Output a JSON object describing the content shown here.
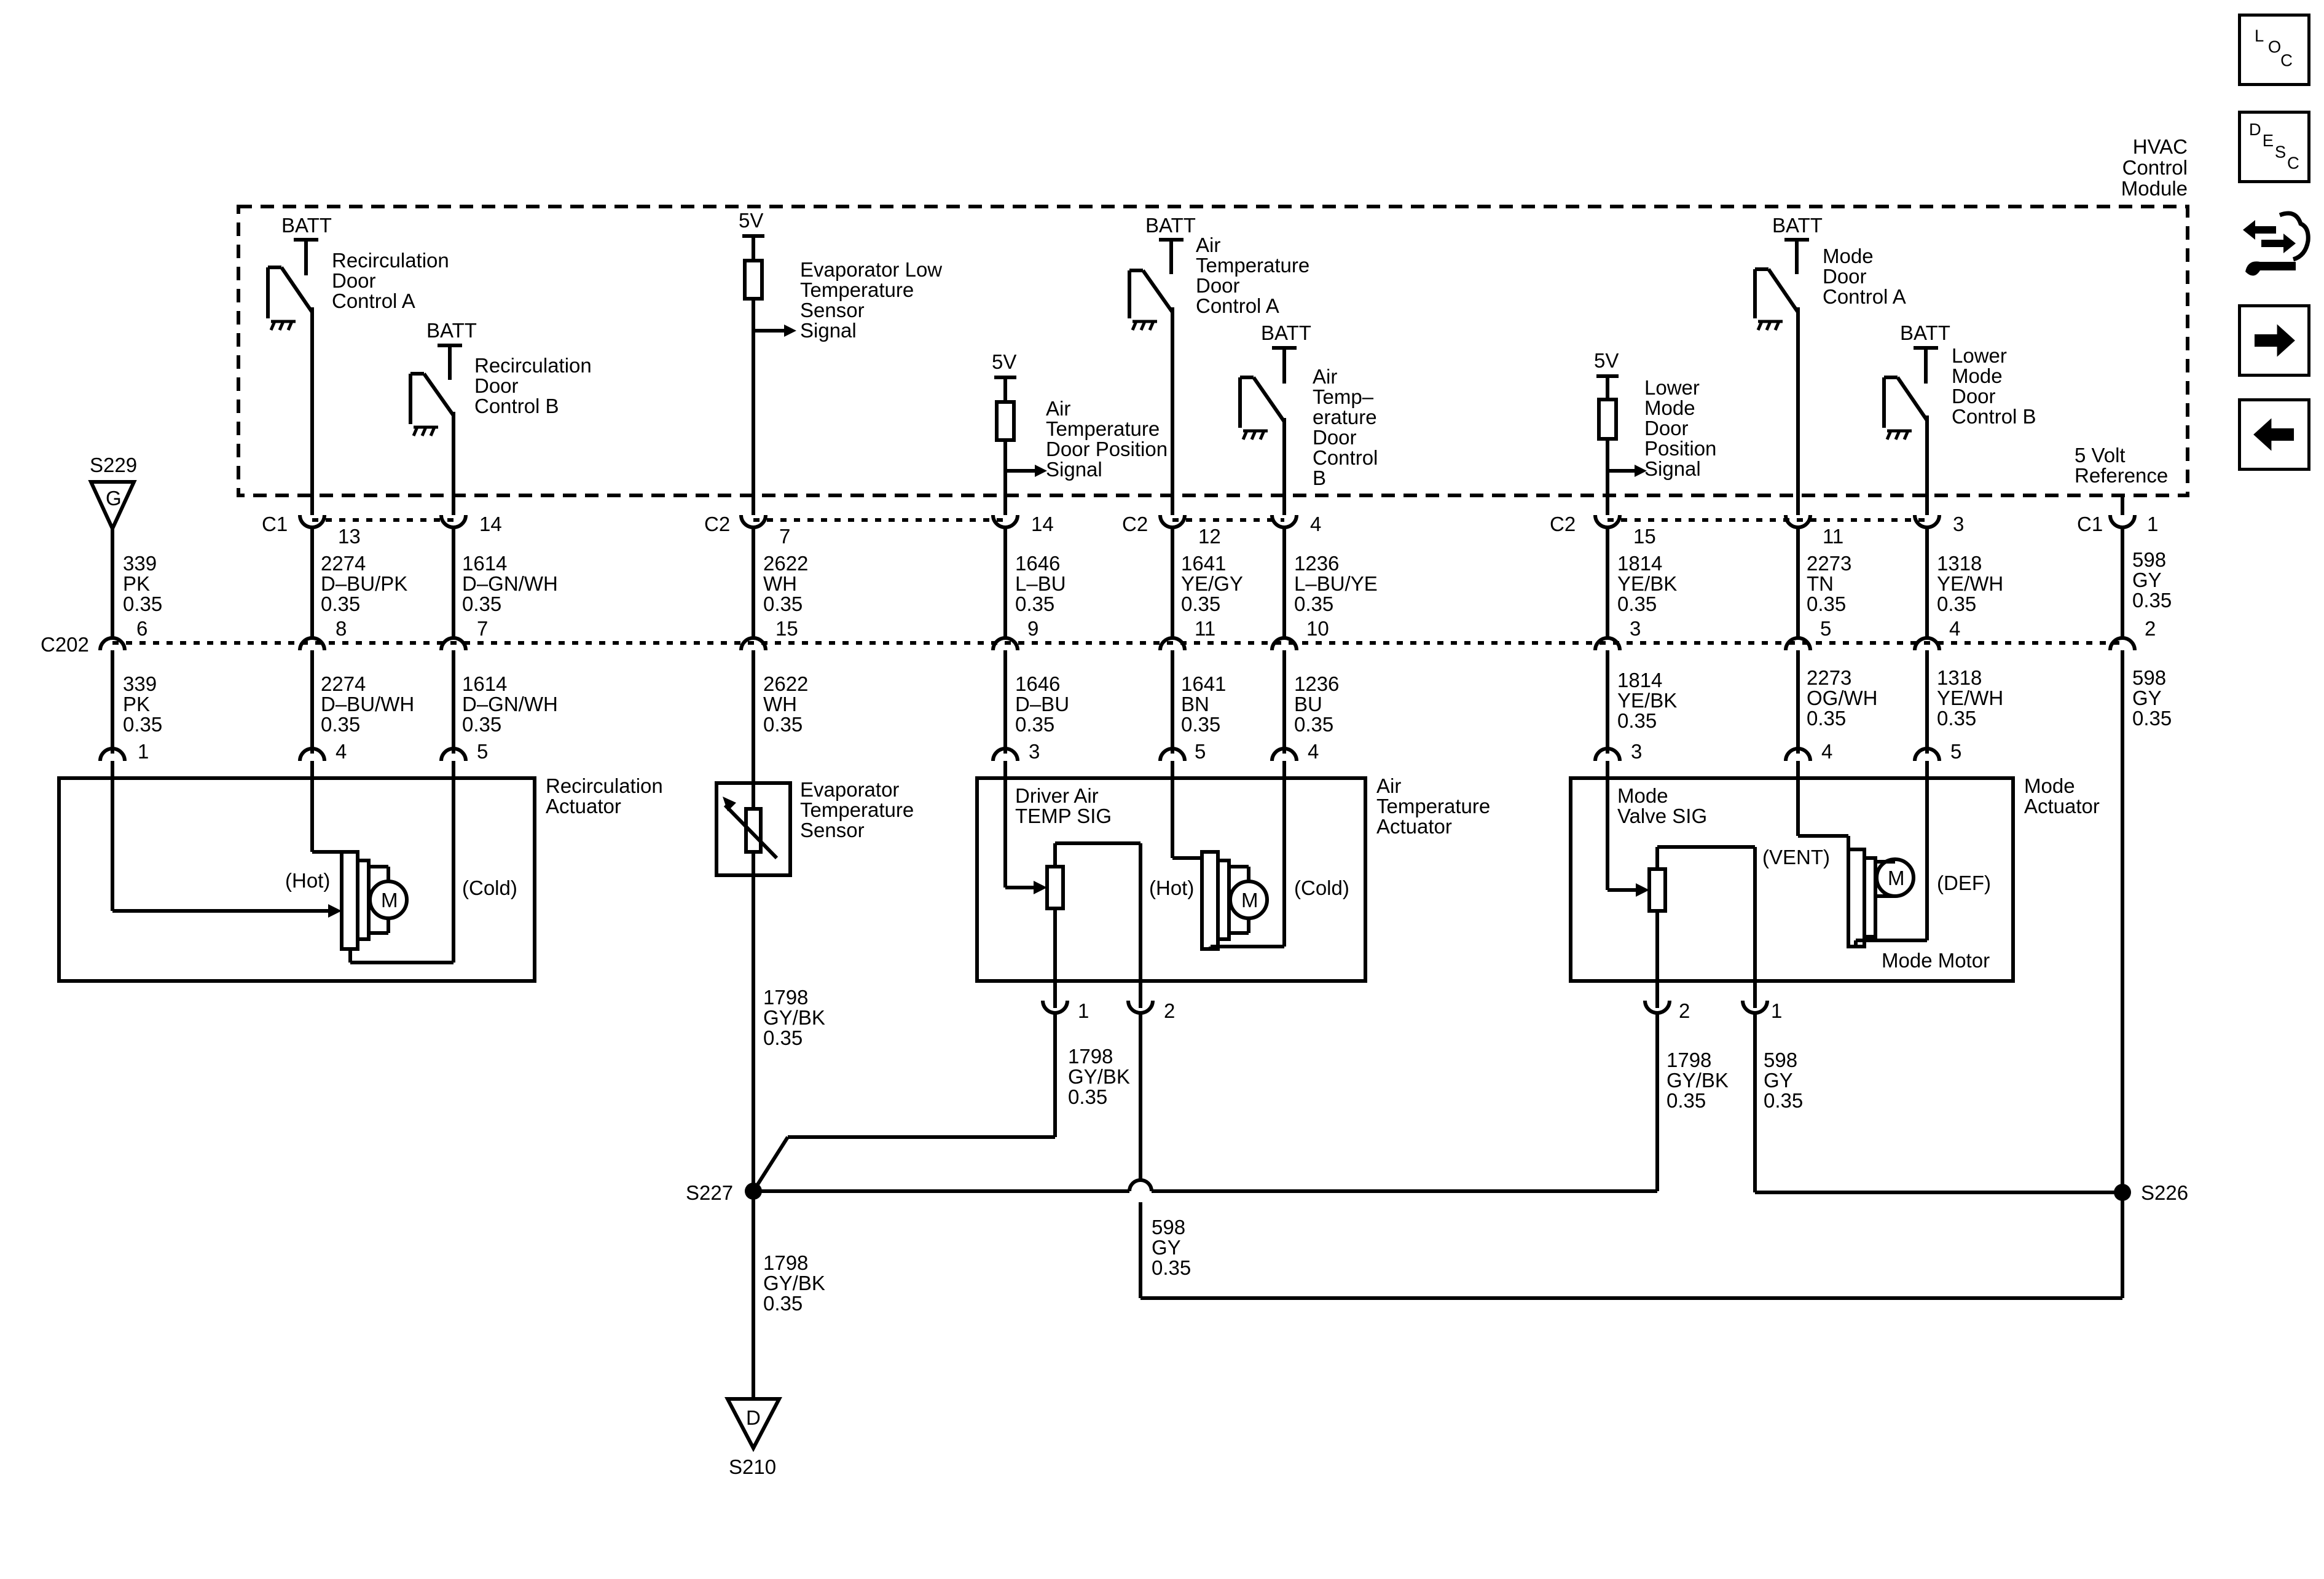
{
  "nav": {
    "loc": [
      "L",
      "O",
      "C"
    ],
    "desc": [
      "D",
      "E",
      "S",
      "C"
    ]
  },
  "module": {
    "title": [
      "HVAC",
      "Control",
      "Module"
    ]
  },
  "ref": {
    "five_volt": [
      "5 Volt",
      "Reference"
    ]
  },
  "labels": {
    "batt": "BATT",
    "five_v": "5V",
    "recirc_a": [
      "Recirculation",
      "Door",
      "Control A"
    ],
    "recirc_b": [
      "Recirculation",
      "Door",
      "Control B"
    ],
    "evap_low": [
      "Evaporator Low",
      "Temperature",
      "Sensor",
      "Signal"
    ],
    "air_temp_pos": [
      "Air",
      "Temperature",
      "Door Position",
      "Signal"
    ],
    "air_a": [
      "Air",
      "Temperature",
      "Door",
      "Control A"
    ],
    "air_b": [
      "Air",
      "Temp–",
      "erature",
      "Door",
      "Control",
      "B"
    ],
    "lower_mode_pos": [
      "Lower",
      "Mode",
      "Door",
      "Position",
      "Signal"
    ],
    "mode_a": [
      "Mode",
      "Door",
      "Control A"
    ],
    "lower_mode_b": [
      "Lower",
      "Mode",
      "Door",
      "Control B"
    ]
  },
  "connectors": {
    "c1": "C1",
    "c2": "C2",
    "c202": "C202"
  },
  "pins_module": {
    "p13": "13",
    "p14a": "14",
    "p7": "7",
    "p14b": "14",
    "p12": "12",
    "p4": "4",
    "p15": "15",
    "p11": "11",
    "p3": "3",
    "p1": "1"
  },
  "pins_c202": {
    "p6": "6",
    "p8": "8",
    "p7": "7",
    "p15": "15",
    "p9": "9",
    "p11": "11",
    "p10": "10",
    "p3": "3",
    "p5": "5",
    "p4": "4",
    "p2": "2"
  },
  "wires_upper": {
    "w339": [
      "339",
      "PK",
      "0.35"
    ],
    "w2274": [
      "2274",
      "D–BU/PK",
      "0.35"
    ],
    "w1614": [
      "1614",
      "D–GN/WH",
      "0.35"
    ],
    "w2622": [
      "2622",
      "WH",
      "0.35"
    ],
    "w1646": [
      "1646",
      "L–BU",
      "0.35"
    ],
    "w1641": [
      "1641",
      "YE/GY",
      "0.35"
    ],
    "w1236": [
      "1236",
      "L–BU/YE",
      "0.35"
    ],
    "w1814": [
      "1814",
      "YE/BK",
      "0.35"
    ],
    "w2273": [
      "2273",
      "TN",
      "0.35"
    ],
    "w1318": [
      "1318",
      "YE/WH",
      "0.35"
    ],
    "w598": [
      "598",
      "GY",
      "0.35"
    ]
  },
  "wires_lower": {
    "w339": [
      "339",
      "PK",
      "0.35"
    ],
    "w2274": [
      "2274",
      "D–BU/WH",
      "0.35"
    ],
    "w1614": [
      "1614",
      "D–GN/WH",
      "0.35"
    ],
    "w2622": [
      "2622",
      "WH",
      "0.35"
    ],
    "w1646": [
      "1646",
      "D–BU",
      "0.35"
    ],
    "w1641": [
      "1641",
      "BN",
      "0.35"
    ],
    "w1236": [
      "1236",
      "BU",
      "0.35"
    ],
    "w1814": [
      "1814",
      "YE/BK",
      "0.35"
    ],
    "w2273": [
      "2273",
      "OG/WH",
      "0.35"
    ],
    "w1318": [
      "1318",
      "YE/WH",
      "0.35"
    ],
    "w598": [
      "598",
      "GY",
      "0.35"
    ]
  },
  "pins_comp": {
    "r1": "1",
    "r4": "4",
    "r5": "5",
    "a3": "3",
    "a5": "5",
    "a4": "4",
    "m3": "3",
    "m4": "4",
    "m5": "5",
    "a1": "1",
    "a2": "2",
    "m2": "2",
    "m1": "1"
  },
  "components": {
    "recirc": [
      "Recirculation",
      "Actuator"
    ],
    "evap": [
      "Evaporator",
      "Temperature",
      "Sensor"
    ],
    "air": [
      "Air",
      "Temperature",
      "Actuator"
    ],
    "mode": [
      "Mode",
      "Actuator"
    ],
    "driver_sig": [
      "Driver Air",
      "TEMP SIG"
    ],
    "mode_sig": [
      "Mode",
      "Valve SIG"
    ],
    "mode_motor": "Mode Motor",
    "hot": "(Hot)",
    "cold": "(Cold)",
    "vent": "(VENT)",
    "def": "(DEF)",
    "motor": "M"
  },
  "wires_bottom": {
    "w1798_evap": [
      "1798",
      "GY/BK",
      "0.35"
    ],
    "w1798_air": [
      "1798",
      "GY/BK",
      "0.35"
    ],
    "w1798_mode": [
      "1798",
      "GY/BK",
      "0.35"
    ],
    "w598_mode": [
      "598",
      "GY",
      "0.35"
    ],
    "w598_air": [
      "598",
      "GY",
      "0.35"
    ],
    "w1798_ground": [
      "1798",
      "GY/BK",
      "0.35"
    ]
  },
  "splices": {
    "s229": "S229",
    "s229_letter": "G",
    "s227": "S227",
    "s226": "S226",
    "s210": "S210",
    "s210_letter": "D"
  }
}
